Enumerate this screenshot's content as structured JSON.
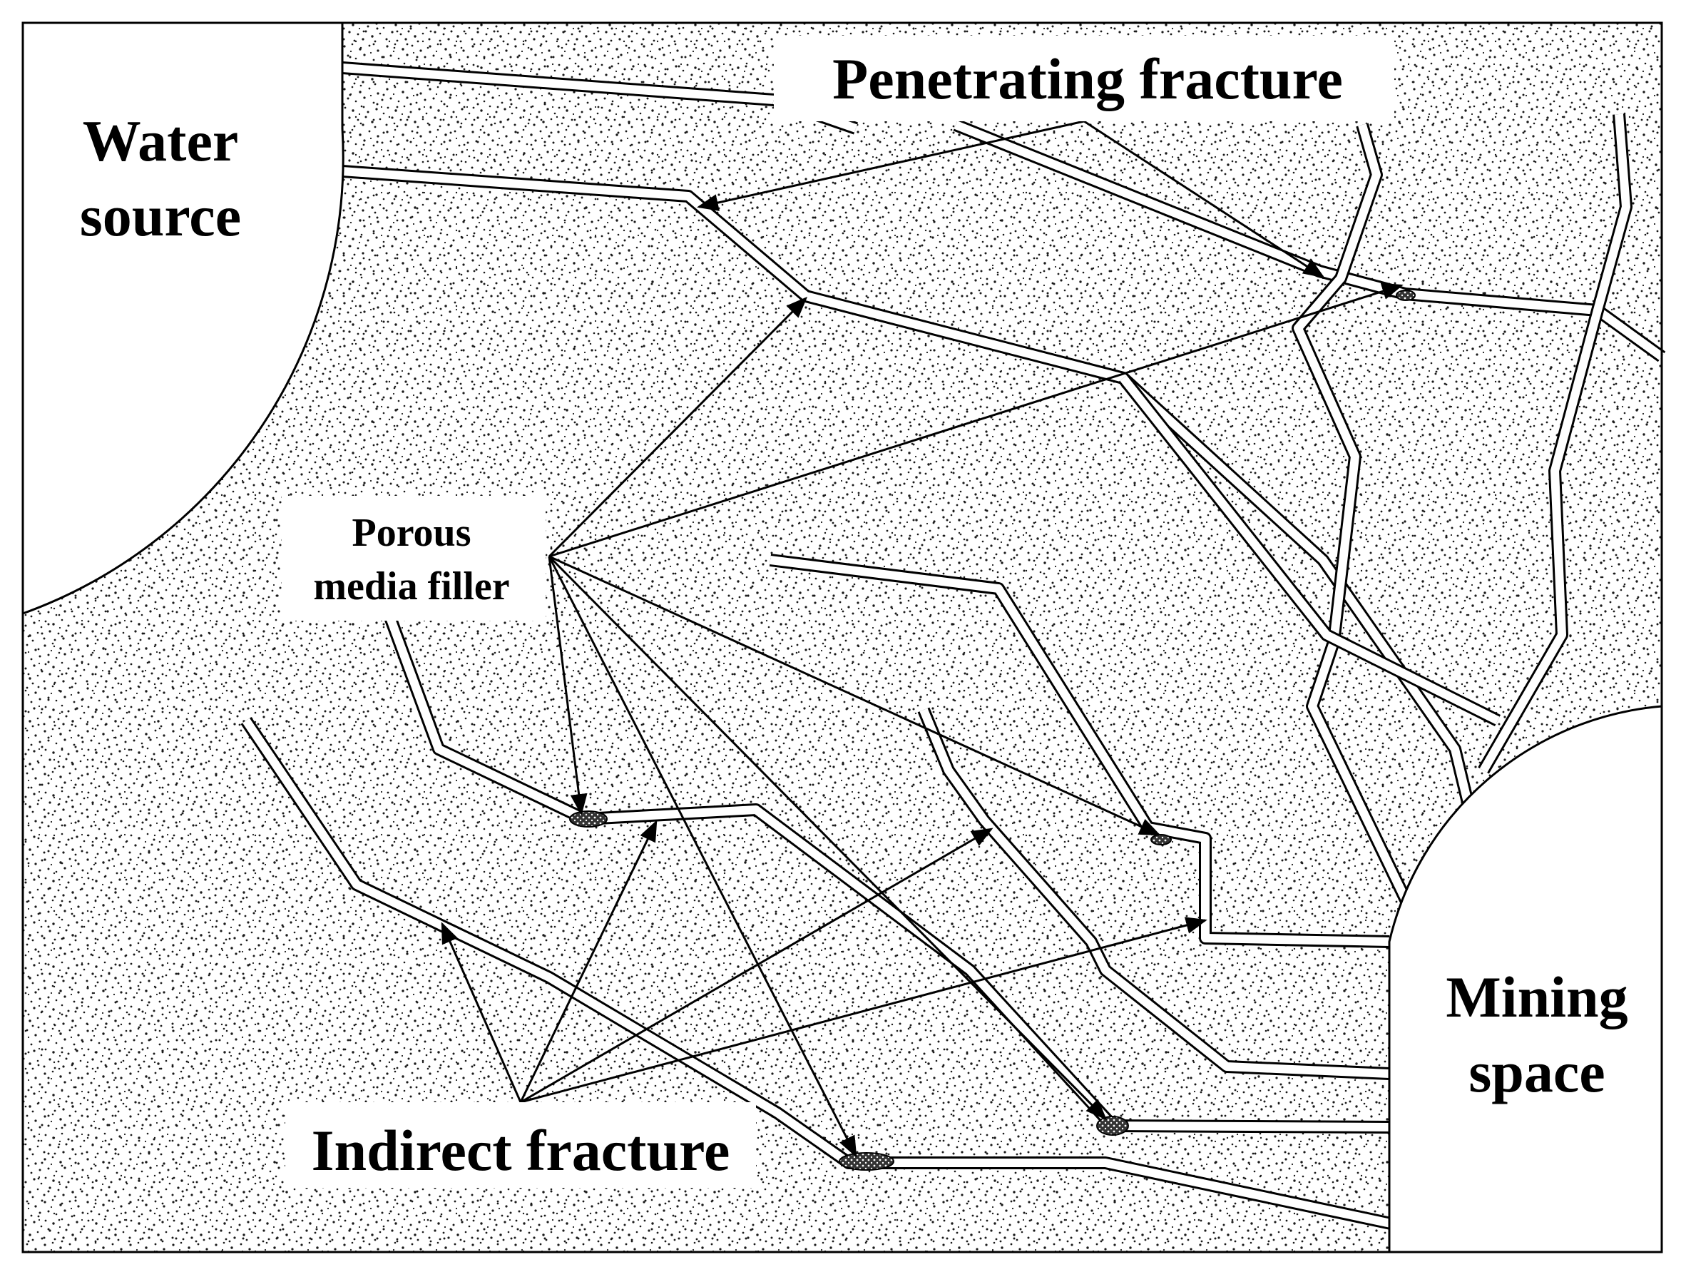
{
  "labels": {
    "water_source": [
      "Water",
      "source"
    ],
    "penetrating_fracture": "Penetrating fracture",
    "porous_media_filler": [
      "Porous",
      "media filler"
    ],
    "indirect_fracture": "Indirect fracture",
    "mining_space": [
      "Mining",
      "space"
    ]
  },
  "colors": {
    "rock_background": "#ffffff",
    "speckle": "#1a1a1a",
    "fracture_line": "#000000",
    "arrow": "#000000",
    "filler_fill": "#222222"
  },
  "icons": [
    "arrow-head",
    "porous-filler-blob"
  ]
}
